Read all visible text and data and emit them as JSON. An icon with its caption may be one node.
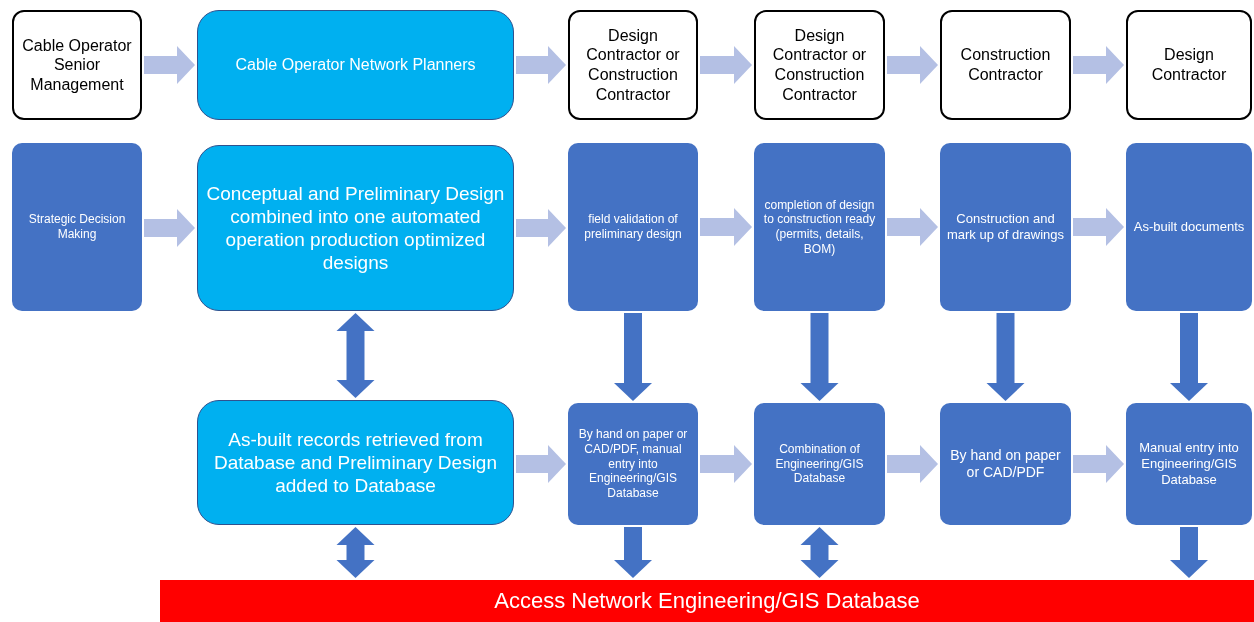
{
  "diagram": {
    "nodes": [
      {
        "text": [
          "Cable Operator Senior Management"
        ]
      },
      {
        "text": [
          "Cable Operator Network Planners"
        ]
      },
      {
        "text": [
          "Design Contractor or Construction Contractor"
        ]
      },
      {
        "text": [
          "Design Contractor or Construction Contractor"
        ]
      },
      {
        "text": [
          "Construction Contractor"
        ]
      },
      {
        "text": [
          "Design Contractor"
        ]
      },
      {
        "text": [
          "Strategic Decision Making"
        ]
      },
      {
        "text": [
          "Conceptual and Preliminary Design combined into one automated operation production optimized designs"
        ]
      },
      {
        "text": [
          "field validation of preliminary design"
        ]
      },
      {
        "text": [
          "completion of design to construction ready (permits, details, BOM)"
        ]
      },
      {
        "text": [
          "Construction and mark up of drawings"
        ]
      },
      {
        "text": [
          "As-built documents"
        ]
      },
      {
        "text": [
          "As-built records retrieved from Database and Preliminary Design added to Database"
        ]
      },
      {
        "text": [
          "By hand on paper or CAD/PDF, manual entry into Engineering/GIS Database"
        ]
      },
      {
        "text": [
          "Combination of Engineering/GIS Database"
        ]
      },
      {
        "text": [
          "By hand on paper or CAD/PDF"
        ]
      },
      {
        "text": [
          "Manual entry into Engineering/GIS Database"
        ]
      },
      {
        "text": [
          "Access Network Engineering/GIS Database"
        ]
      }
    ],
    "edges": [
      {
        "from": 0,
        "to": 1,
        "arrow": "to"
      },
      {
        "from": 1,
        "to": 2,
        "arrow": "to"
      },
      {
        "from": 2,
        "to": 3,
        "arrow": "to"
      },
      {
        "from": 3,
        "to": 4,
        "arrow": "to"
      },
      {
        "from": 4,
        "to": 5,
        "arrow": "to"
      },
      {
        "from": 6,
        "to": 7,
        "arrow": "to"
      },
      {
        "from": 7,
        "to": 8,
        "arrow": "to"
      },
      {
        "from": 8,
        "to": 9,
        "arrow": "to"
      },
      {
        "from": 9,
        "to": 10,
        "arrow": "to"
      },
      {
        "from": 10,
        "to": 11,
        "arrow": "to"
      },
      {
        "from": 12,
        "to": 13,
        "arrow": "to"
      },
      {
        "from": 13,
        "to": 14,
        "arrow": "to"
      },
      {
        "from": 14,
        "to": 15,
        "arrow": "to"
      },
      {
        "from": 15,
        "to": 16,
        "arrow": "to"
      },
      {
        "from": 7,
        "to": 12,
        "arrow": "both",
        "color": "#4472c4"
      },
      {
        "from": 8,
        "to": 13,
        "arrow": "to",
        "color": "#4472c4"
      },
      {
        "from": 9,
        "to": 14,
        "arrow": "to",
        "color": "#4472c4"
      },
      {
        "from": 10,
        "to": 15,
        "arrow": "to",
        "color": "#4472c4"
      },
      {
        "from": 11,
        "to": 16,
        "arrow": "to",
        "color": "#4472c4"
      },
      {
        "from": 12,
        "to": 17,
        "arrow": "both",
        "color": "#4472c4"
      },
      {
        "from": 13,
        "to": 17,
        "arrow": "to",
        "color": "#4472c4"
      },
      {
        "from": 14,
        "to": 17,
        "arrow": "both",
        "color": "#4472c4"
      },
      {
        "from": 16,
        "to": 17,
        "arrow": "to",
        "color": "#4472c4"
      }
    ]
  }
}
